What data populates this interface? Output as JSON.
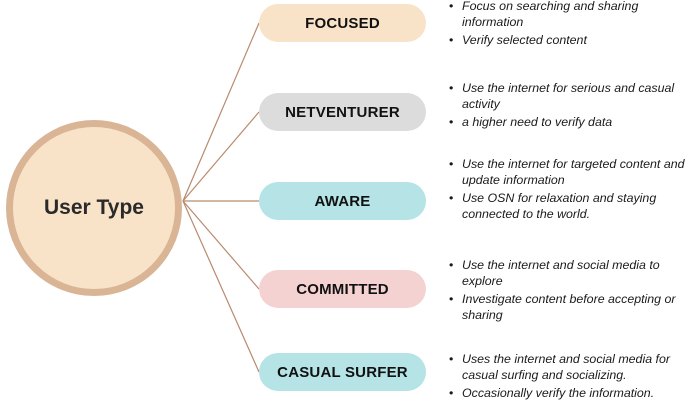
{
  "center": {
    "label": "User Type",
    "fill": "#f8e3c8",
    "border": "#d9b596"
  },
  "line_color": "#b98a6e",
  "types": [
    {
      "label": "FOCUSED",
      "color": "#f8e3c8",
      "bullets": [
        "Focus on searching and sharing information",
        "Verify selected content"
      ]
    },
    {
      "label": "NETVENTURER",
      "color": "#dcdcdc",
      "bullets": [
        "Use the internet for serious and casual activity",
        "a higher need to verify data"
      ]
    },
    {
      "label": "AWARE",
      "color": "#b5e3e6",
      "bullets": [
        "Use the internet for targeted content and update information",
        " Use OSN for relaxation and staying connected to the world."
      ]
    },
    {
      "label": "COMMITTED",
      "color": "#f5d2d2",
      "bullets": [
        "Use the internet and social media to explore",
        "Investigate content before accepting or sharing"
      ]
    },
    {
      "label": "CASUAL SURFER",
      "color": "#b5e3e6",
      "bullets": [
        "Uses the internet and social media for casual surfing and socializing.",
        "Occasionally verify the information."
      ]
    }
  ]
}
